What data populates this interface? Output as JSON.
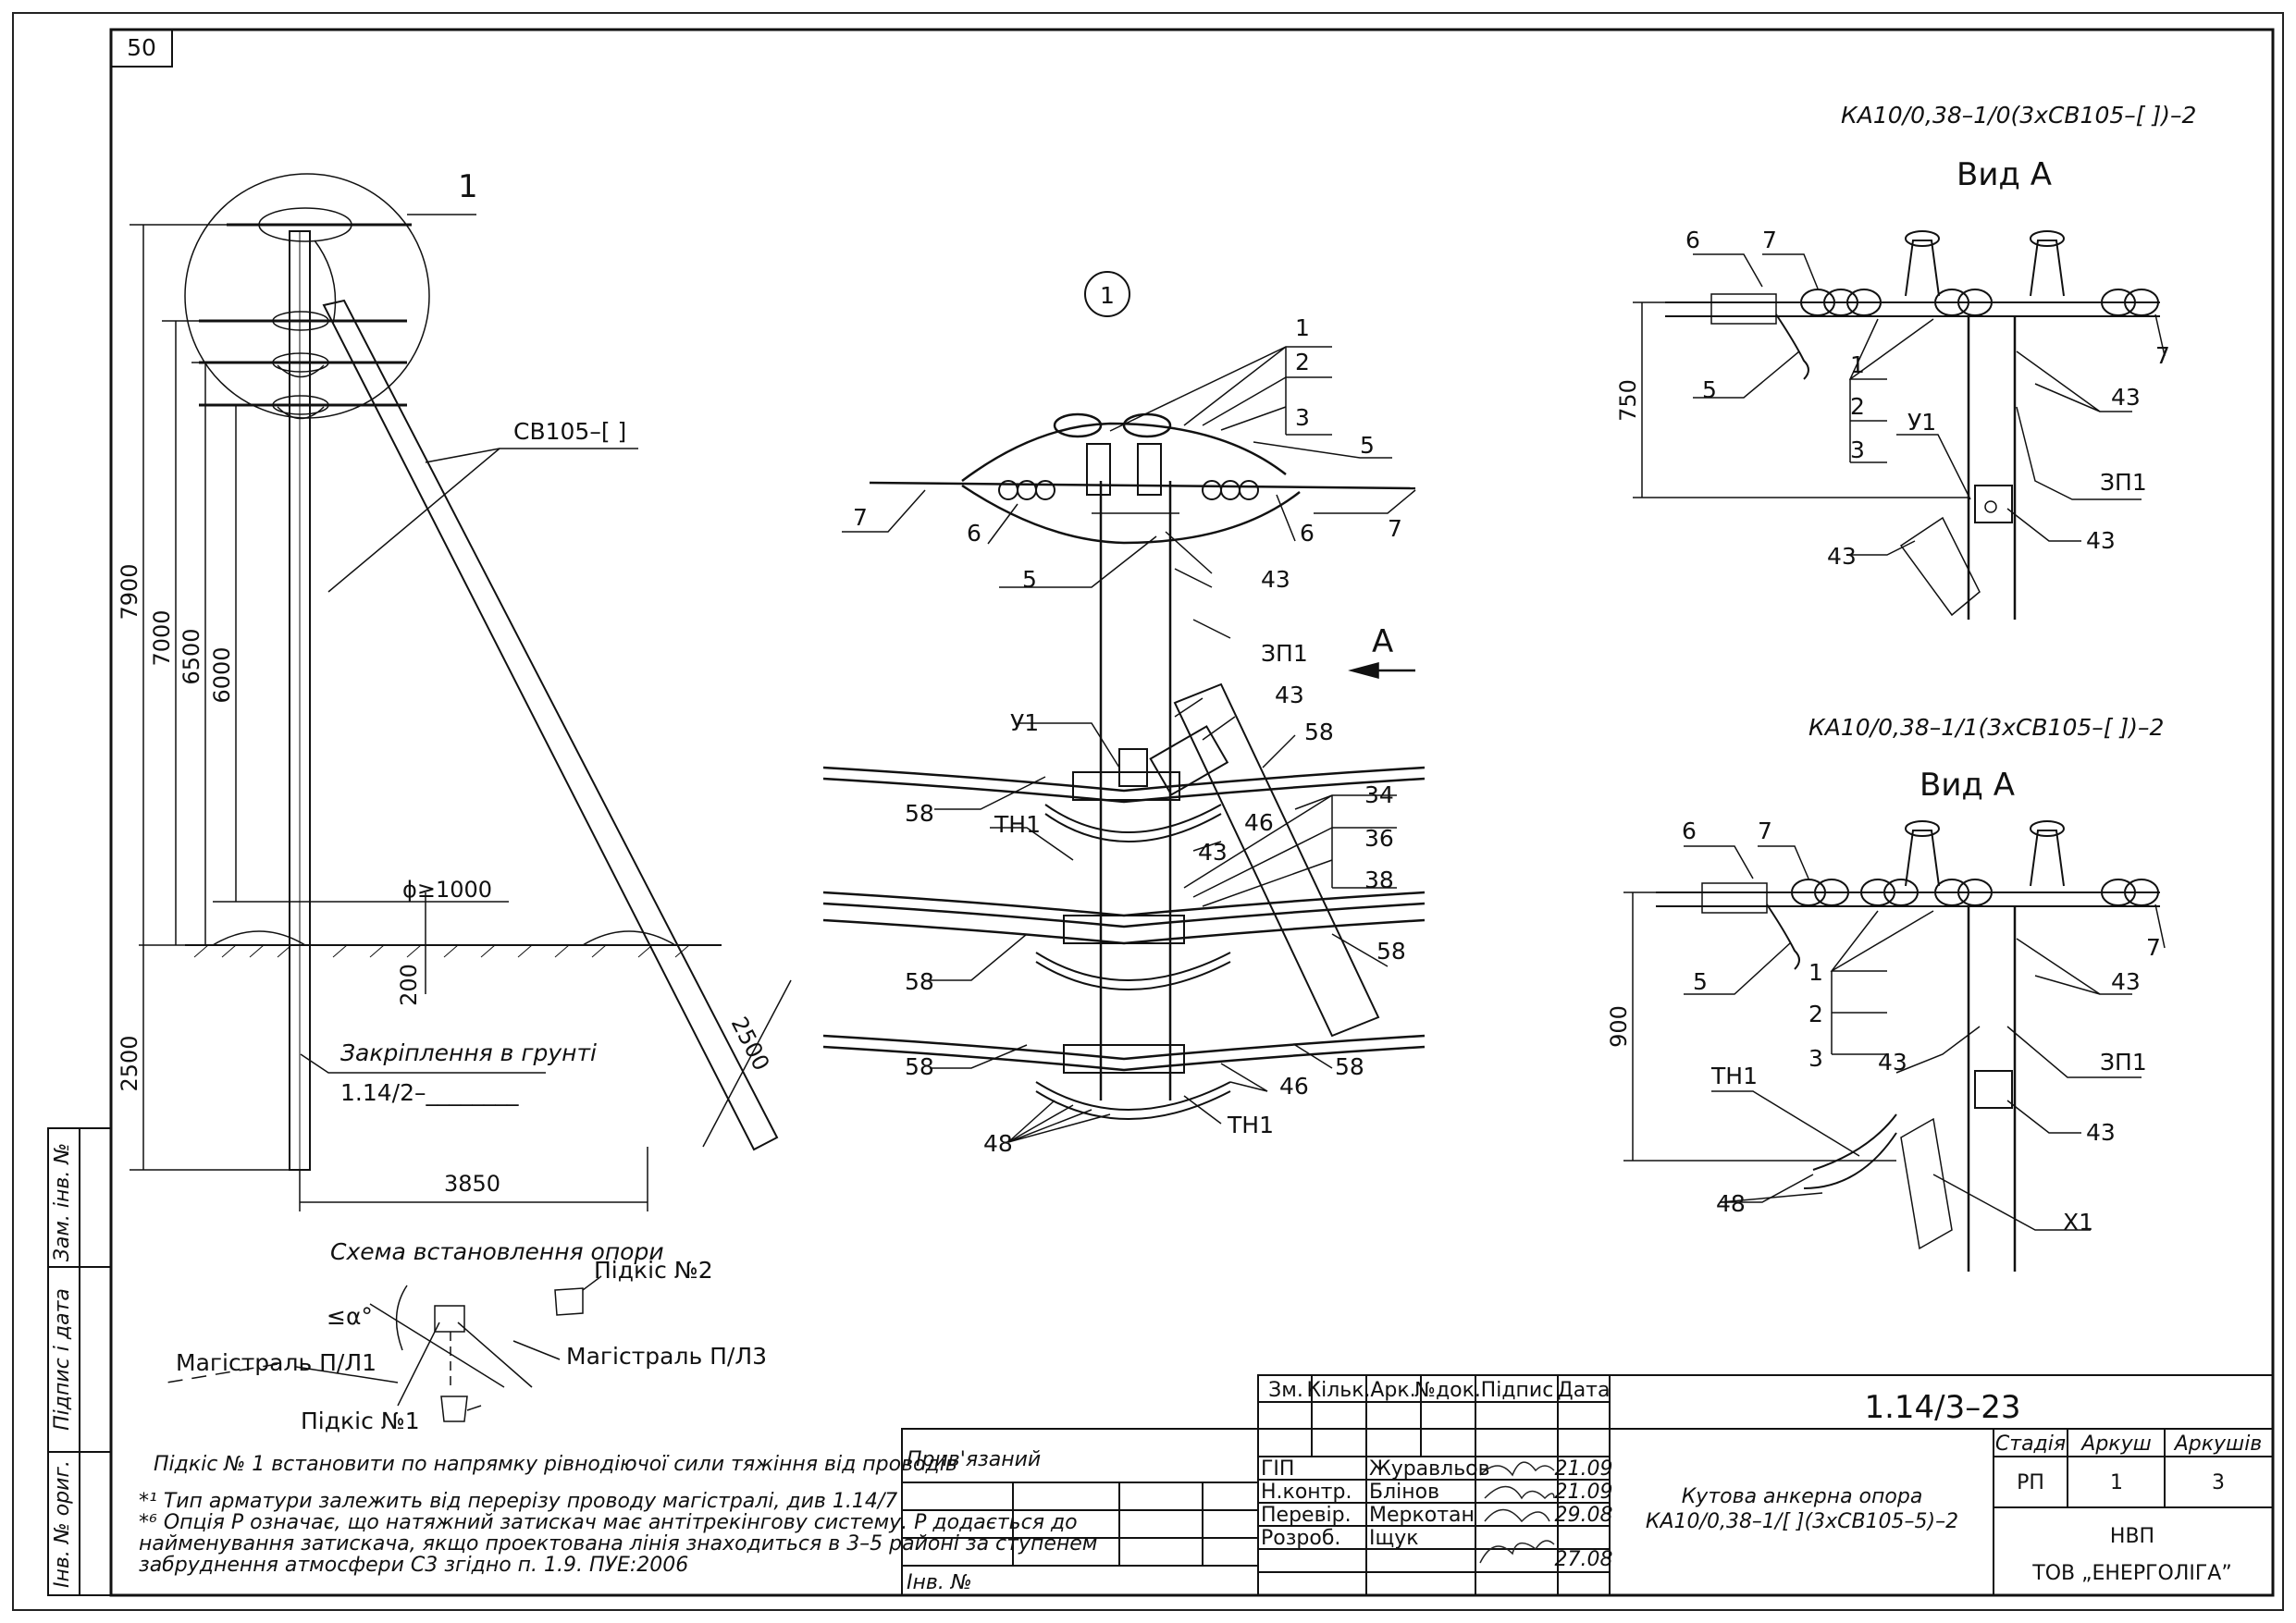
{
  "sheet": {
    "page_number": "50"
  },
  "side_stamp": {
    "cells": [
      "Зам. інв. №",
      "Підпис і дата",
      "Інв. № ориг."
    ]
  },
  "tower_view": {
    "callout": "1",
    "wire_label": "СВ105–[          ]",
    "dims": {
      "h7900": "7900",
      "h7000": "7000",
      "h6500": "6500",
      "h6000": "6000",
      "h2500": "2500",
      "w3850": "3850",
      "d200": "200",
      "brace2500": "2500",
      "dia": "ϕ≥1000"
    },
    "ground_text": "Закріплення в грунті",
    "ground_ref": "1.14/2–________"
  },
  "detail_view": {
    "callout": "1",
    "arrow": "А",
    "labels": {
      "l1": "1",
      "l2": "2",
      "l3": "3",
      "l5a": "5",
      "l5b": "5",
      "l6a": "6",
      "l6b": "6",
      "l7a": "7",
      "l7b": "7",
      "l43a": "43",
      "l43b": "43",
      "l43c": "43",
      "zp1": "ЗП1",
      "u1": "У1",
      "l58a": "58",
      "l58b": "58",
      "l58c": "58",
      "l58d": "58",
      "l58e": "58",
      "l58f": "58",
      "th1a": "ТН1",
      "th1b": "ТН1",
      "l46a": "46",
      "l46b": "46",
      "l34": "34",
      "l36": "36",
      "l38": "38",
      "l48": "48"
    }
  },
  "view_a_top": {
    "code": "КА10/0,38–1/0(3хСВ105–[   ])–2",
    "title": "Вид А",
    "dim": "750",
    "labels": {
      "l6": "6",
      "l7a": "7",
      "l7b": "7",
      "l5": "5",
      "l1": "1",
      "l2": "2",
      "l3": "3",
      "u1": "У1",
      "l43a": "43",
      "l43b": "43",
      "l43c": "43",
      "zp1": "ЗП1"
    }
  },
  "view_a_bottom": {
    "code": "КА10/0,38–1/1(3хСВ105–[   ])–2",
    "title": "Вид А",
    "dim": "900",
    "labels": {
      "l6": "6",
      "l7a": "7",
      "l7b": "7",
      "l5": "5",
      "l1": "1",
      "l2": "2",
      "l3": "3",
      "l43a": "43",
      "l43b": "43",
      "l43c": "43",
      "zp1": "ЗП1",
      "th1": "ТН1",
      "l48": "48",
      "x1": "Х1"
    }
  },
  "scheme": {
    "title": "Схема встановлення опори",
    "alpha": "≤α°",
    "brace2": "Підкіс №2",
    "brace1": "Підкіс №1",
    "main_left": "Магістраль П/Л1",
    "main_right": "Магістраль П/Л3"
  },
  "notes": {
    "n1": "Підкіс № 1 встановити по напрямку рівнодіючої сили тяжіння від проводів",
    "n2": "*¹ Тип арматури залежить від перерізу проводу магістралі, див 1.14/7",
    "n3a": "*⁶ Опція Р означає, що натяжний затискач має антітрекінгову систему. Р додається до",
    "n3b": "найменування затискача, якщо проектована лінія знаходиться в 3–5 районі за ступенем",
    "n3c": "забруднення атмосфери С3 згідно п. 1.9. ПУЕ:2006"
  },
  "title_block": {
    "doc_code": "1.14/3–23",
    "linked": "Прив'язаний",
    "inv": "Інв. №",
    "headers": [
      "Зм.",
      "Кільк.",
      "Арк.",
      "№док.",
      "Підпис",
      "Дата"
    ],
    "roles": [
      {
        "role": "ГІП",
        "name": "Журавльов",
        "date": "21.09"
      },
      {
        "role": "Н.контр.",
        "name": "Блінов",
        "date": "21.09"
      },
      {
        "role": "Перевір.",
        "name": "Меркотан",
        "date": "29.08"
      },
      {
        "role": "Розроб.",
        "name": "Іщук",
        "date": "27.08"
      }
    ],
    "description_1": "Кутова анкерна опора",
    "description_2": "КА10/0,38–1/[   ](3хСВ105–5)–2",
    "stage_h": "Стадія",
    "sheet_h": "Аркуш",
    "sheets_h": "Аркушів",
    "stage": "РП",
    "sheet": "1",
    "sheets": "3",
    "org1": "НВП",
    "org2": "ТОВ „ЕНЕРГОЛІГА”"
  }
}
